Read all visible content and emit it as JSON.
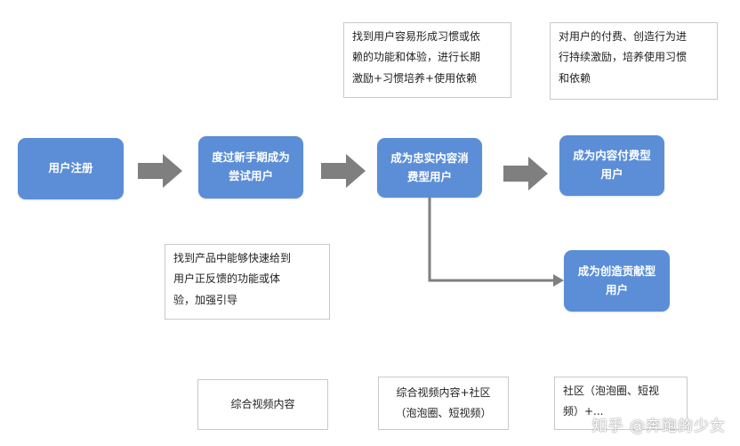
{
  "stages": {
    "register": "用户注册",
    "novice": "度过新手期成为\n尝试用户",
    "loyal": "成为忠实内容消\n费型用户",
    "paying": "成为内容付费型\n用户",
    "creator": "成为创造贡献型\n用户"
  },
  "notes": {
    "novice_tip": "找到产品中能够快速给到\n用户正反馈的功能或体\n验，加强引导",
    "loyal_tip": "找到用户容易形成习惯或依\n赖的功能和体验，进行长期\n激励+习惯培养+使用依赖",
    "paying_tip": "对用户的付费、创造行为进\n行持续激励，培养使用习惯\n和依赖"
  },
  "bottom": {
    "col1": "综合视频内容",
    "col2": "综合视频内容+社区\n（泡泡圈、短视频）",
    "col3": "社区（泡泡圈、短视\n频）+..."
  },
  "watermark": "知乎 @奔跑的少女",
  "colors": {
    "node": "#5b8ed6",
    "arrow": "#7f7f7f",
    "note_border": "#c9c9c9"
  }
}
